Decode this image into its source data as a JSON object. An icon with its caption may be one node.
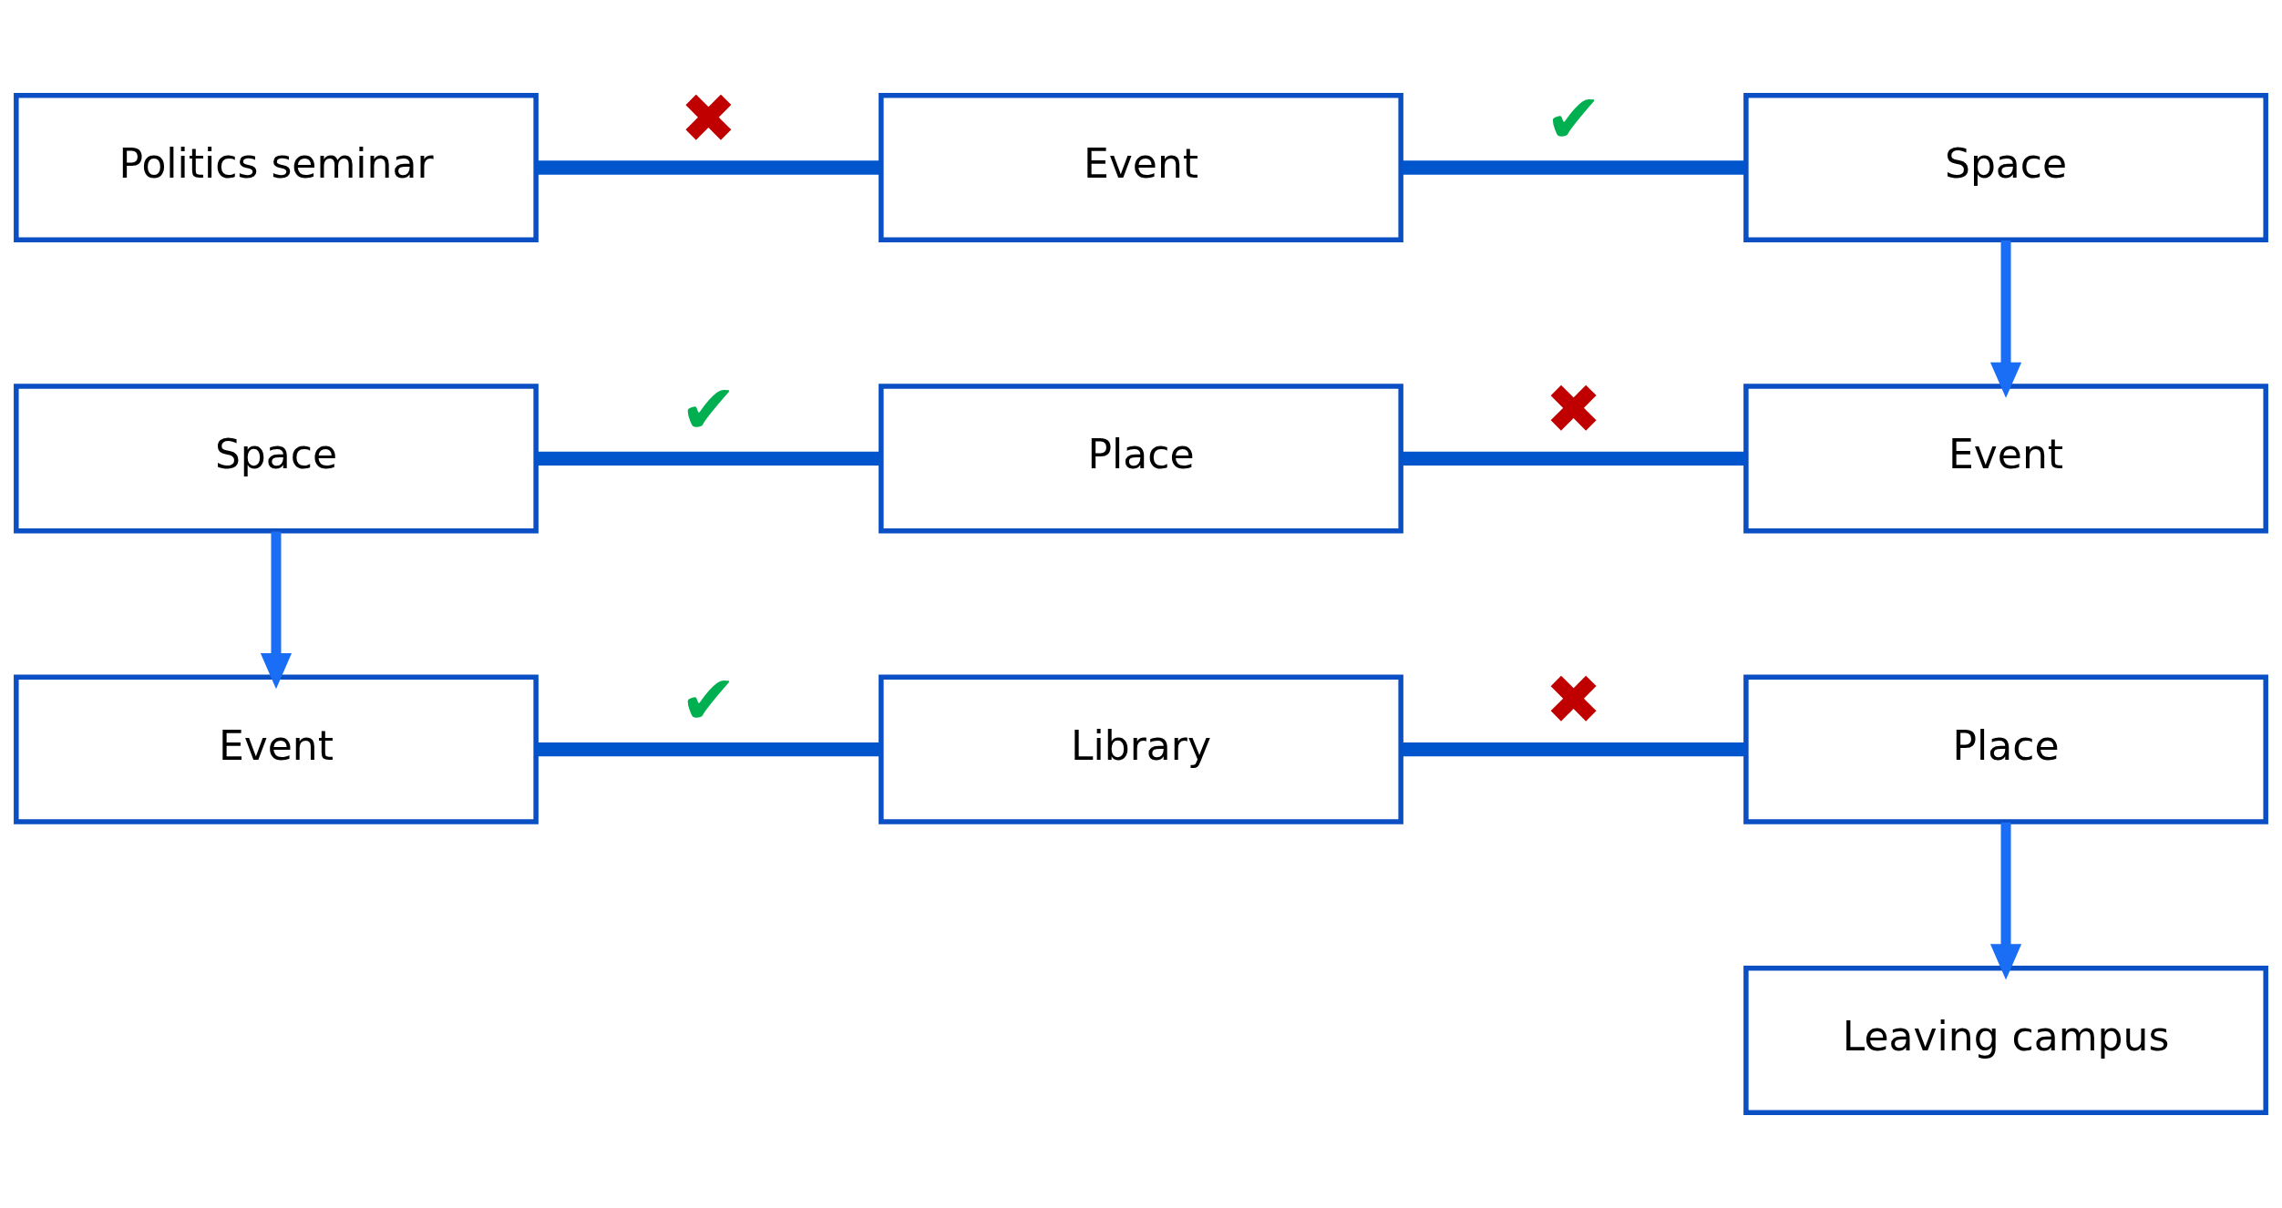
{
  "diagram": {
    "nodes": [
      {
        "text": [
          "Politics seminar"
        ]
      },
      {
        "text": [
          "Event"
        ]
      },
      {
        "text": [
          "Space"
        ]
      },
      {
        "text": [
          "Space"
        ]
      },
      {
        "text": [
          "Place"
        ]
      },
      {
        "text": [
          "Event"
        ]
      },
      {
        "text": [
          "Event"
        ]
      },
      {
        "text": [
          "Library"
        ]
      },
      {
        "text": [
          "Place"
        ]
      },
      {
        "text": [
          "Leaving campus"
        ]
      }
    ],
    "edges": [
      {
        "from": 0,
        "to": 1,
        "arrow": "none",
        "label": "✖"
      },
      {
        "from": 1,
        "to": 2,
        "arrow": "none",
        "label": "✔"
      },
      {
        "from": 2,
        "to": 5,
        "arrow": "to",
        "color": "#1a6ef5"
      },
      {
        "from": 3,
        "to": 4,
        "arrow": "none",
        "label": "✔"
      },
      {
        "from": 4,
        "to": 5,
        "arrow": "none",
        "label": "✖"
      },
      {
        "from": 3,
        "to": 6,
        "arrow": "to",
        "color": "#1a6ef5"
      },
      {
        "from": 6,
        "to": 7,
        "arrow": "none",
        "label": "✔"
      },
      {
        "from": 7,
        "to": 8,
        "arrow": "none",
        "label": "✖"
      },
      {
        "from": 8,
        "to": 9,
        "arrow": "to",
        "color": "#1a6ef5"
      }
    ]
  }
}
